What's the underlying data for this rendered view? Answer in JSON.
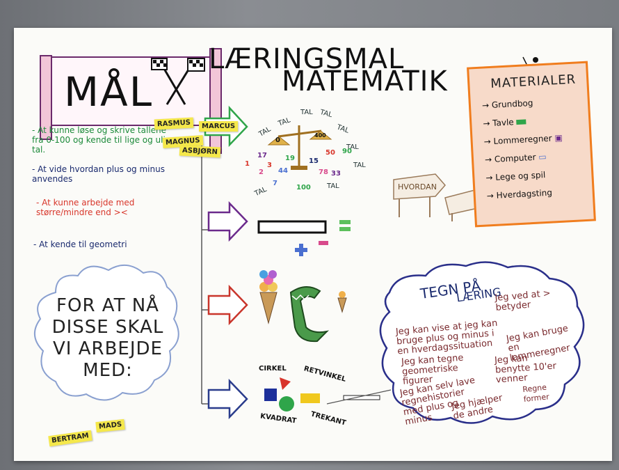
{
  "title": {
    "mal": "MÅL",
    "line1": "LÆRINGSMAL",
    "line2": "MATEMATIK"
  },
  "goals": [
    {
      "text": "- At kunne løse og skrive tallene fra 0-100 og kende til lige og ulige tal.",
      "color": "#1c8a3a"
    },
    {
      "text": "- At vide hvordan plus og minus anvendes",
      "color": "#1a2a6e"
    },
    {
      "text": "- At kunne arbejde med større/mindre end ><",
      "color": "#d8362b"
    },
    {
      "text": "- At kende til geometri",
      "color": "#1a2a6e"
    }
  ],
  "stickies": {
    "rasmus": "RASMUS",
    "marcus": "MARCUS",
    "magnus": "MAGNUS",
    "asbjorn": "ASBJØRN",
    "bertram": "BERTRAM",
    "mads": "MADS"
  },
  "cloud": {
    "lines": [
      "FOR AT NÅ",
      "DISSE SKAL",
      "VI ARBEJDE",
      "MED:"
    ]
  },
  "tal_words": [
    "TAL",
    "TAL",
    "TAL",
    "TAL",
    "TAL",
    "TAL",
    "TAL",
    "TAL",
    "TAL"
  ],
  "numbers": [
    "1",
    "17",
    "19",
    "15",
    "50",
    "90",
    "44",
    "2",
    "7",
    "100",
    "78",
    "33",
    "3",
    "0",
    "400"
  ],
  "shapes": {
    "cirkel": "CIRKEL",
    "retvinkel": "RETVINKEL",
    "kvadrat": "KVADRAT",
    "trekant": "TREKANT"
  },
  "hvordan": "HVORDAN",
  "materialer": {
    "title": "MATERIALER",
    "items": [
      "Grundbog",
      "Tavle",
      "Lommeregner",
      "Computer",
      "Lege og spil",
      "Hverdagsting"
    ]
  },
  "tegn": {
    "title1": "TEGN PÅ",
    "title2": "LÆRING",
    "statements": [
      "Jeg ved at > betyder",
      "Jeg kan vise at jeg kan bruge plus og minus i en hverdagssituation",
      "Jeg kan bruge en lommeregner",
      "Jeg kan tegne geometriske figurer",
      "Jeg kan benytte 10'er venner",
      "Jeg kan selv lave regnehistorier med plus og minus",
      "Jeg hjælper de andre",
      "Regne former"
    ]
  },
  "colors": {
    "pole": "#f2c6d8",
    "mat_border": "#f07d1e",
    "mat_fill": "#f7dac9",
    "cloud_border": "#2a2f8a",
    "arrow_green": "#2fa54a",
    "arrow_purple": "#6b2a8c",
    "arrow_red": "#c9352b",
    "arrow_blue": "#2a3c8c"
  }
}
